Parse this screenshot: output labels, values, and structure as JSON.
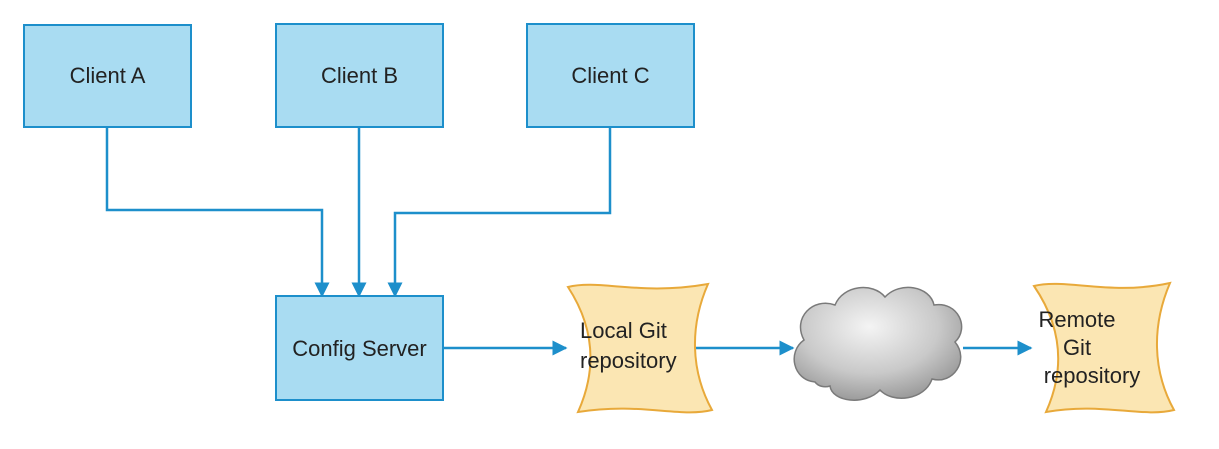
{
  "diagram": {
    "nodes": {
      "client_a": {
        "label": "Client A"
      },
      "client_b": {
        "label": "Client B"
      },
      "client_c": {
        "label": "Client C"
      },
      "config_server": {
        "label": "Config Server"
      },
      "local_git": {
        "line1": "Local Git",
        "line2": "repository"
      },
      "remote_git": {
        "line1": "Remote",
        "line2": "Git",
        "line3": "repository"
      }
    },
    "edges": [
      {
        "from": "client_a",
        "to": "config_server"
      },
      {
        "from": "client_b",
        "to": "config_server"
      },
      {
        "from": "client_c",
        "to": "config_server"
      },
      {
        "from": "config_server",
        "to": "local_git"
      },
      {
        "from": "local_git",
        "to": "cloud"
      },
      {
        "from": "cloud",
        "to": "remote_git"
      }
    ],
    "colors": {
      "box_fill": "#a9dcf2",
      "box_stroke": "#1d8fcb",
      "repo_fill": "#fbe6b3",
      "repo_stroke": "#e8a93a",
      "arrow": "#1d8fcb",
      "cloud_light": "#f2f2f2",
      "cloud_dark": "#8c8c8c"
    }
  }
}
